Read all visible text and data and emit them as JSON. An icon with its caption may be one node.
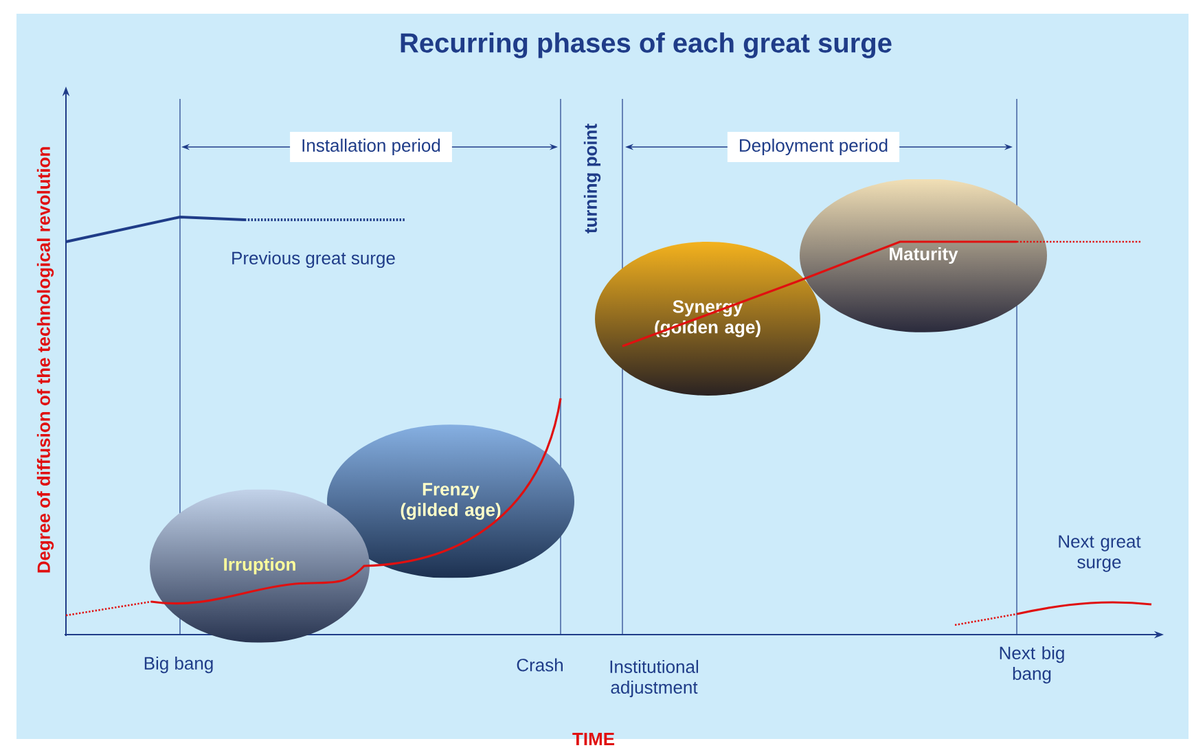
{
  "diagram": {
    "title": "Recurring phases of each great surge",
    "nodes": [
      {
        "text": [
          "Irruption"
        ]
      },
      {
        "text": [
          "Frenzy (gilded age)"
        ]
      },
      {
        "text": [
          "Synergy (golden age)"
        ]
      },
      {
        "text": [
          "Maturity"
        ]
      }
    ],
    "labels": [
      "Installation period",
      "turning point",
      "Deployment period",
      "Previous great surge",
      "Next great surge",
      "Degree of diffusion of the technological revolution",
      "Big bang",
      "Crash",
      "Institutional adjustment",
      "Next big bang",
      "TIME"
    ]
  }
}
